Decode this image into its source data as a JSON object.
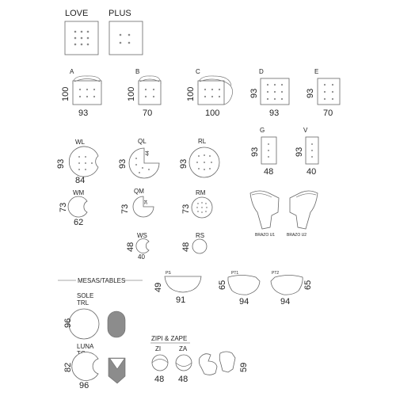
{
  "top": {
    "love": "LOVE",
    "plus": "PLUS"
  },
  "modules": {
    "A": {
      "label": "A",
      "depth": "100",
      "width": "93"
    },
    "B": {
      "label": "B",
      "depth": "100",
      "width": "70"
    },
    "C": {
      "label": "C",
      "depth": "100",
      "width": "100"
    },
    "D": {
      "label": "D",
      "depth": "93",
      "width": "93"
    },
    "E": {
      "label": "E",
      "depth": "93",
      "width": "70"
    },
    "G": {
      "label": "G",
      "depth": "93",
      "width": "48"
    },
    "V": {
      "label": "V",
      "depth": "93",
      "width": "40"
    }
  },
  "rounds": {
    "WL": {
      "label": "WL",
      "depth": "93",
      "width": "84"
    },
    "QL": {
      "label": "QL",
      "depth": "93",
      "inner": "44"
    },
    "RL": {
      "label": "RL",
      "depth": "93"
    },
    "WM": {
      "label": "WM",
      "depth": "73",
      "width": "62"
    },
    "QM": {
      "label": "QM",
      "depth": "73",
      "inner": "34"
    },
    "RM": {
      "label": "RM",
      "depth": "73"
    },
    "WS": {
      "label": "WS",
      "depth": "48",
      "width": "40"
    },
    "RS": {
      "label": "RS",
      "depth": "48"
    }
  },
  "brazo": {
    "u1": "BRAZO U1",
    "u2": "BRAZO U2"
  },
  "tables": {
    "header": "MESAS/TABLES",
    "sole": {
      "line1": "SOLE",
      "line2": "TRL",
      "depth": "96"
    },
    "luna": {
      "line1": "LUNA",
      "line2": "TQ",
      "depth": "82",
      "width": "96"
    }
  },
  "pouf": {
    "PS": {
      "label": "PS",
      "depth": "49",
      "width": "91"
    },
    "PT1": {
      "label": "PT1",
      "depth": "65",
      "width": "94"
    },
    "PT2": {
      "label": "PT2",
      "depth": "65",
      "width": "94"
    }
  },
  "zipi": {
    "header": "ZIPI & ZAPE",
    "zi": {
      "label": "ZI",
      "width": "48"
    },
    "za": {
      "label": "ZA",
      "width": "48"
    },
    "height": "59"
  }
}
